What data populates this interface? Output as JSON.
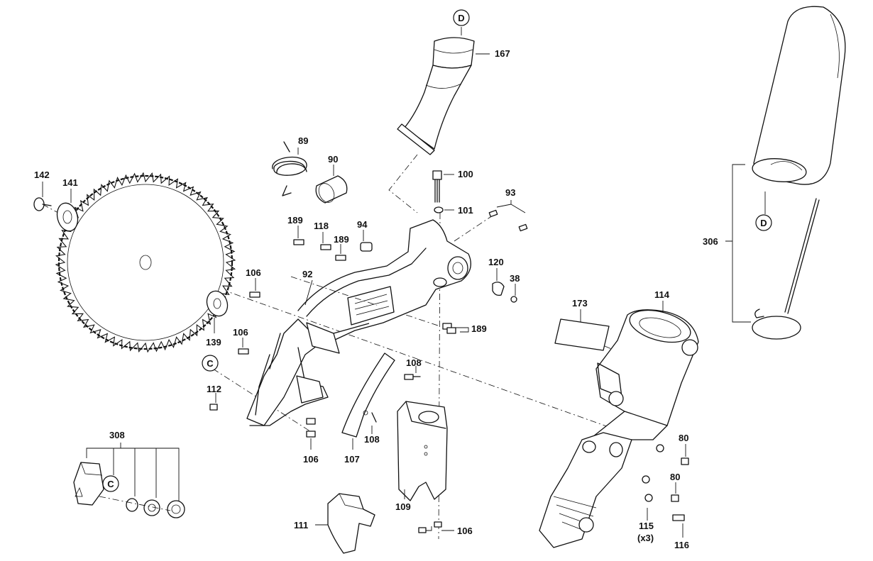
{
  "callouts": {
    "d_top": "D",
    "d_right": "D",
    "c_left": "C",
    "c_bottom": "C"
  },
  "labels": {
    "p167": "167",
    "p89": "89",
    "p90": "90",
    "p100": "100",
    "p101": "101",
    "p93": "93",
    "p142": "142",
    "p141": "141",
    "p189a": "189",
    "p118": "118",
    "p189b": "189",
    "p94": "94",
    "p106a": "106",
    "p92": "92",
    "p120": "120",
    "p38": "38",
    "p139": "139",
    "p189c": "189",
    "p106b": "106",
    "p173": "173",
    "p114": "114",
    "p108a": "108",
    "p112": "112",
    "p108b": "108",
    "p106c": "106",
    "p107": "107",
    "p308": "308",
    "p109": "109",
    "p80a": "80",
    "p80b": "80",
    "p111": "111",
    "p106d": "106",
    "p115": "115",
    "p115_qty": "(x3)",
    "p116": "116",
    "p306": "306"
  }
}
